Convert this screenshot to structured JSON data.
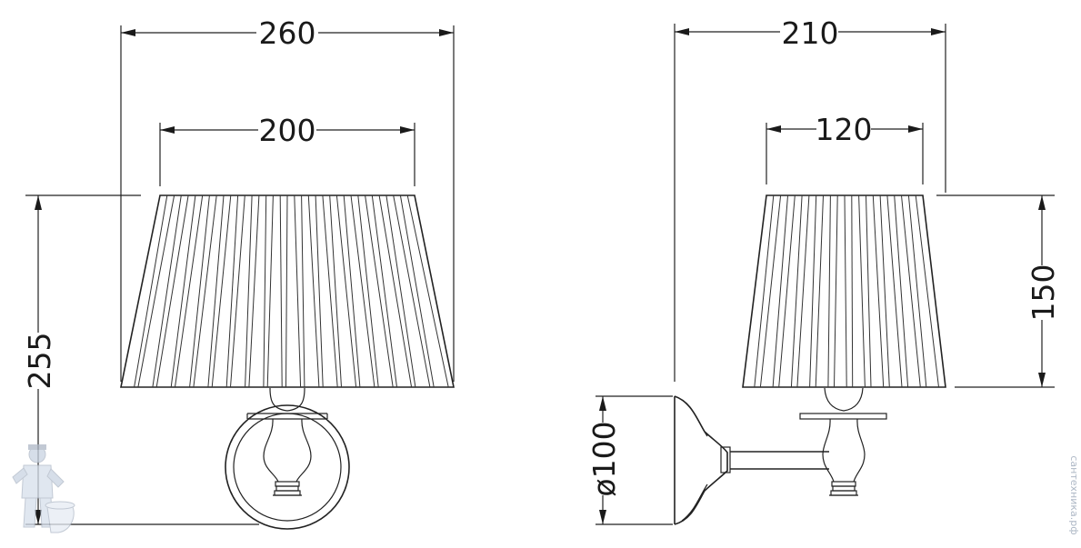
{
  "dimensions": {
    "front_total_width": "260",
    "front_shade_top_width": "200",
    "front_total_height": "255",
    "side_total_depth": "210",
    "side_shade_top_width": "120",
    "side_shade_height": "150",
    "backplate_diameter": "ø100"
  },
  "watermark": {
    "text": "сантехника.рф",
    "icon": "plumber-mascot-icon",
    "color": "#aeb8c6"
  }
}
